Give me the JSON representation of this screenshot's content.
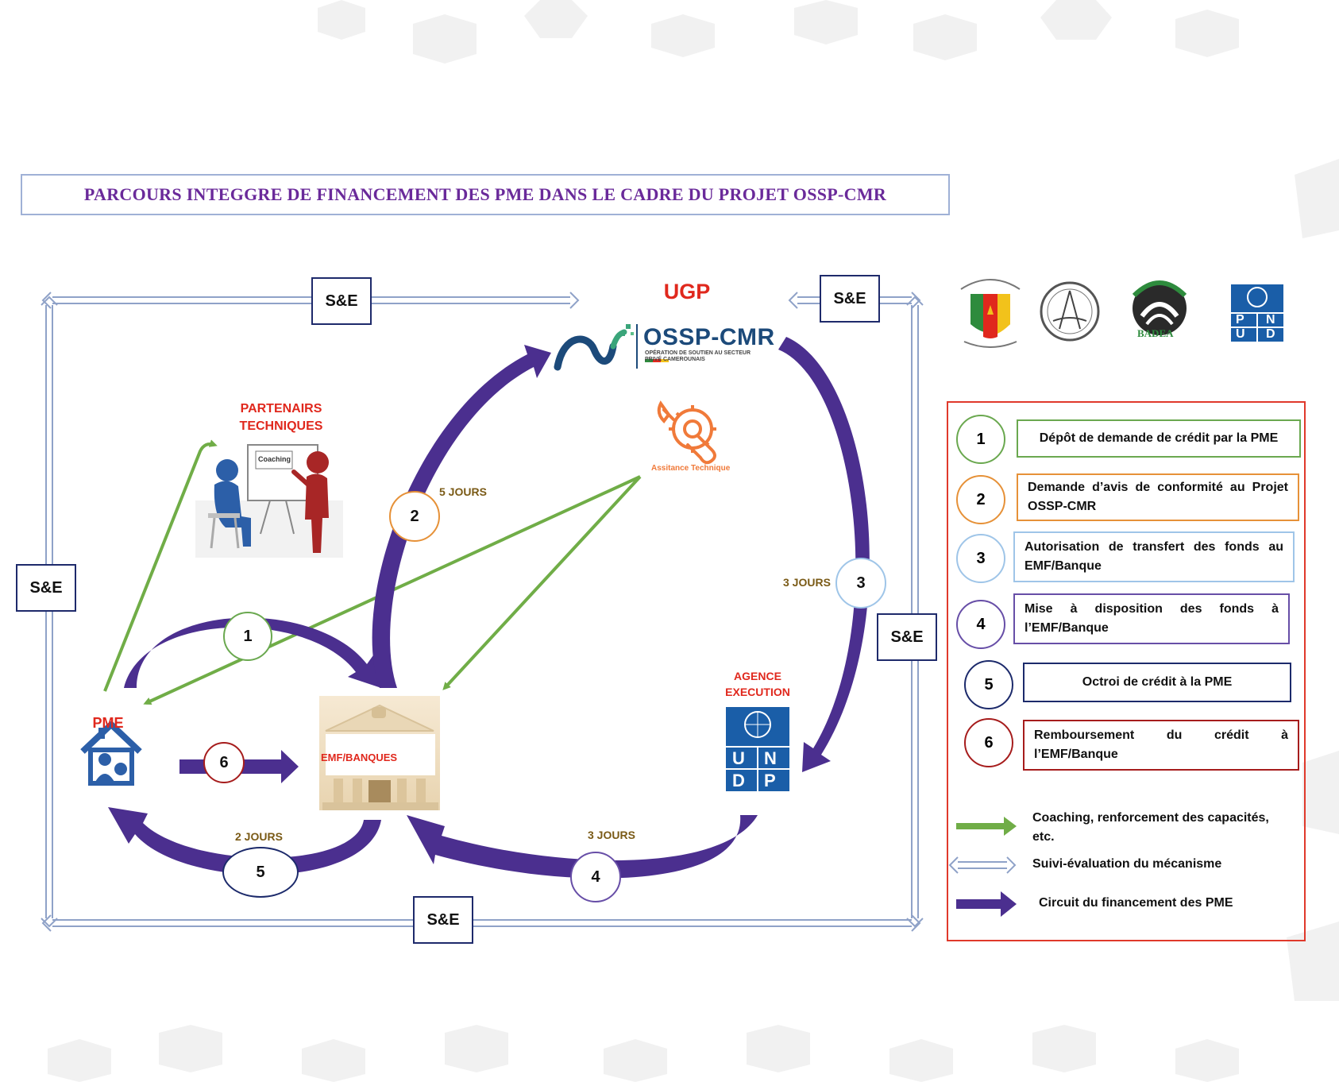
{
  "title": "PARCOURS INTEGGRE DE FINANCEMENT DES PME DANS LE CADRE DU PROJET OSSP-CMR",
  "se_label": "S&E",
  "nodes": {
    "ugp": "UGP",
    "ossp_name": "OSSP-CMR",
    "ossp_tagline_1": "OPÉRATION DE SOUTIEN AU SECTEUR",
    "ossp_tagline_2": "PRIVÉ CAMEROUNAIS",
    "partenaires_1": "PARTENAIRS",
    "partenaires_2": "TECHNIQUES",
    "coaching_board": "Coaching",
    "assistance": "Assitance Technique",
    "pme": "PME",
    "emf": "EMF/BANQUES",
    "agence_1": "AGENCE",
    "agence_2": "EXECUTION",
    "undp_letters": [
      "U",
      "N",
      "D",
      "P"
    ]
  },
  "steps": [
    {
      "num": "1",
      "days": ""
    },
    {
      "num": "2",
      "days": "5 JOURS"
    },
    {
      "num": "3",
      "days": "3 JOURS"
    },
    {
      "num": "4",
      "days": "3 JOURS"
    },
    {
      "num": "5",
      "days": "2 JOURS"
    },
    {
      "num": "6",
      "days": ""
    }
  ],
  "logos": {
    "badea": "BADEA",
    "pnud_letters": [
      "P",
      "N",
      "U",
      "D"
    ]
  },
  "legend": {
    "items": [
      {
        "num": "1",
        "text": "Dépôt de demande de crédit par la PME",
        "color": "#6aa84f"
      },
      {
        "num": "2",
        "text": "Demande d’avis de conformité au Projet OSSP-CMR",
        "color": "#e69138"
      },
      {
        "num": "3",
        "text": "Autorisation de transfert des fonds au EMF/Banque",
        "color": "#9fc5e8"
      },
      {
        "num": "4",
        "text": "Mise à disposition des fonds à l’EMF/Banque",
        "color": "#674ea7"
      },
      {
        "num": "5",
        "text": "Octroi de crédit à la PME",
        "color": "#1c2a6b"
      },
      {
        "num": "6",
        "text": "Remboursement du crédit à l’EMF/Banque",
        "color": "#a61c1c"
      }
    ],
    "keys": [
      {
        "text": "Coaching, renforcement des capacités, etc."
      },
      {
        "text": "Suivi-évaluation du mécanisme"
      },
      {
        "text": "Circuit du financement des PME"
      }
    ]
  },
  "colors": {
    "green": "#70ad47",
    "purple": "#4b2f8f",
    "title": "#6a2a9a",
    "red_label": "#e0281d",
    "undp_blue": "#1a5ea8",
    "legend_frame": "#e0392b"
  }
}
